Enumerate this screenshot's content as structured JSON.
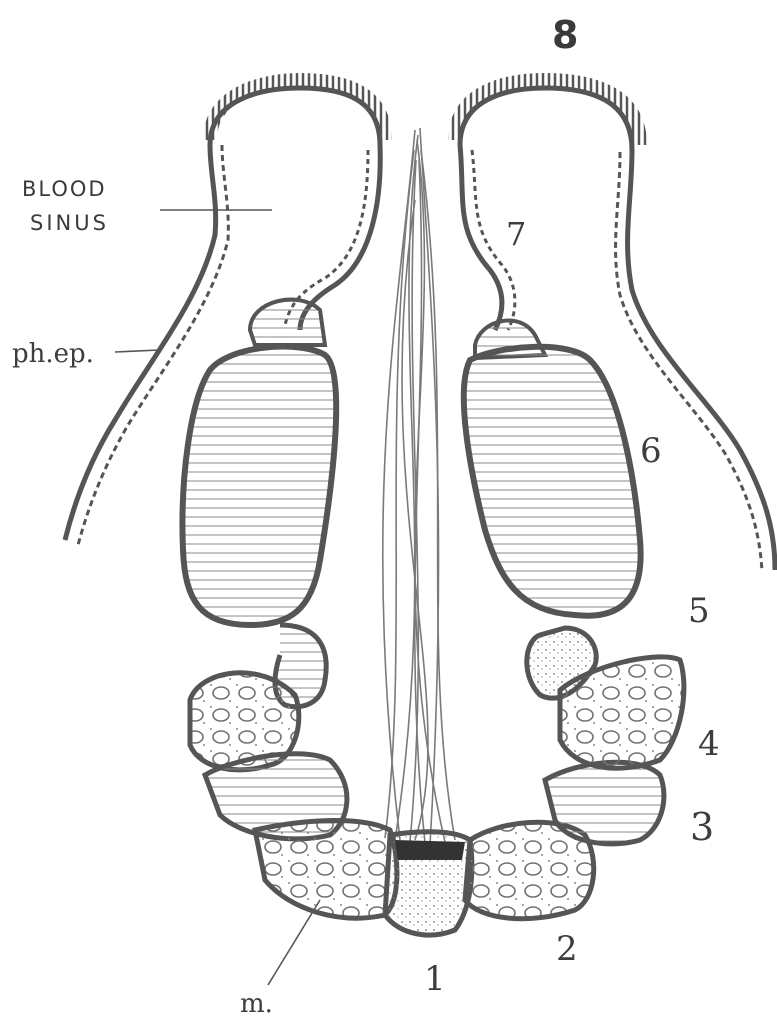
{
  "figure": {
    "number": "8",
    "labels": {
      "blood_sinus_line1": "BLOOD",
      "blood_sinus_line2": "SINUS",
      "ph_ep": "ph.ep.",
      "m": "m.",
      "n1": "1",
      "n2": "2",
      "n3": "3",
      "n4": "4",
      "n5": "5",
      "n6": "6",
      "n7": "7"
    },
    "colors": {
      "outline": "#555555",
      "text": "#3a3a3a",
      "background": "#ffffff"
    }
  }
}
